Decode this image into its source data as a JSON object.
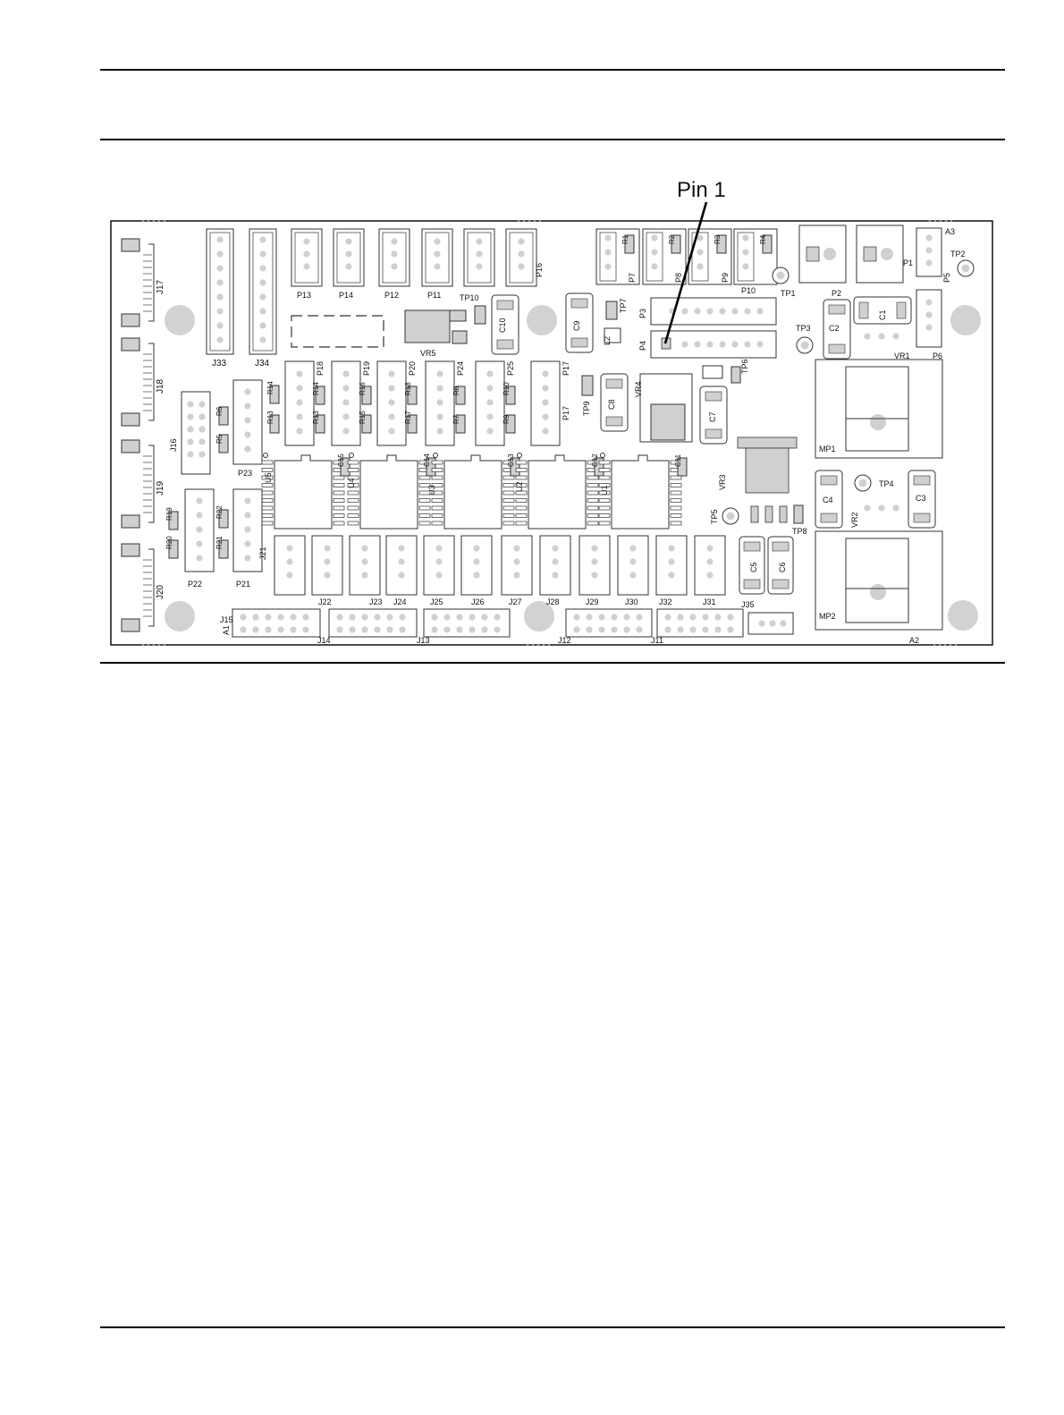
{
  "callout": {
    "text": "Pin 1"
  },
  "colors": {
    "board_outline": "#000000",
    "component_fill": "#d0d0d0",
    "component_stroke": "#333333",
    "mount_hole": "#d2d2d2",
    "silkscreen_text": "#111111"
  },
  "labels": {
    "J17": "J17",
    "J18": "J18",
    "J19": "J19",
    "J20": "J20",
    "J33": "J33",
    "J34": "J34",
    "J16": "J16",
    "P13": "P13",
    "P14": "P14",
    "P12": "P12",
    "P11": "P11",
    "P16": "P16",
    "TP10": "TP10",
    "VR5": "VR5",
    "C10": "C10",
    "C9": "C9",
    "TP7": "TP7",
    "L2": "L2",
    "P7": "P7",
    "P8": "P8",
    "P9": "P9",
    "P10": "P10",
    "TP1": "TP1",
    "R1": "R1",
    "R2": "R2",
    "R3": "R3",
    "R4": "R4",
    "P2": "P2",
    "P1": "P1",
    "A3": "A3",
    "TP2": "TP2",
    "P5": "P5",
    "P3": "P3",
    "P4": "P4",
    "TP3": "TP3",
    "C1": "C1",
    "C2": "C2",
    "VR1": "VR1",
    "P6": "P6",
    "P18": "P18",
    "P19": "P19",
    "P20": "P20",
    "P24": "P24",
    "P25": "P25",
    "P17": "P17",
    "R14": "R14",
    "R13": "R13",
    "R16": "R16",
    "R15": "R15",
    "R18": "R18",
    "R17": "R17",
    "R8": "R8",
    "R7": "R7",
    "R10": "R10",
    "R9": "R9",
    "R12": "R12",
    "R11": "R11",
    "R6": "R6",
    "R5": "R5",
    "P23": "P23",
    "TP9": "TP9",
    "C8": "C8",
    "VR4": "VR4",
    "C7": "C7",
    "TP6": "TP6",
    "MP1": "MP1",
    "U5": "U5",
    "U4": "U4",
    "U3": "U3",
    "U2": "U2",
    "U1": "U1",
    "C15": "C15",
    "C14": "C14",
    "C13": "C13",
    "C12": "C12",
    "C11": "C11",
    "VR3": "VR3",
    "TP5": "TP5",
    "TP8": "TP8",
    "TP4": "TP4",
    "C4": "C4",
    "C3": "C3",
    "VR2": "VR2",
    "R19": "R19",
    "R20": "R20",
    "R22": "R22",
    "R21": "R21",
    "P22": "P22",
    "P21": "P21",
    "J21": "J21",
    "J22": "J22",
    "J23": "J23",
    "J24": "J24",
    "J25": "J25",
    "J26": "J26",
    "J27": "J27",
    "J28": "J28",
    "J29": "J29",
    "J30": "J30",
    "J32": "J32",
    "J31": "J31",
    "C5": "C5",
    "C6": "C6",
    "J35": "J35",
    "MP2": "MP2",
    "J15": "J15",
    "A1": "A1",
    "J14": "J14",
    "J13": "J13",
    "J12": "J12",
    "J11": "J11",
    "A2": "A2"
  }
}
